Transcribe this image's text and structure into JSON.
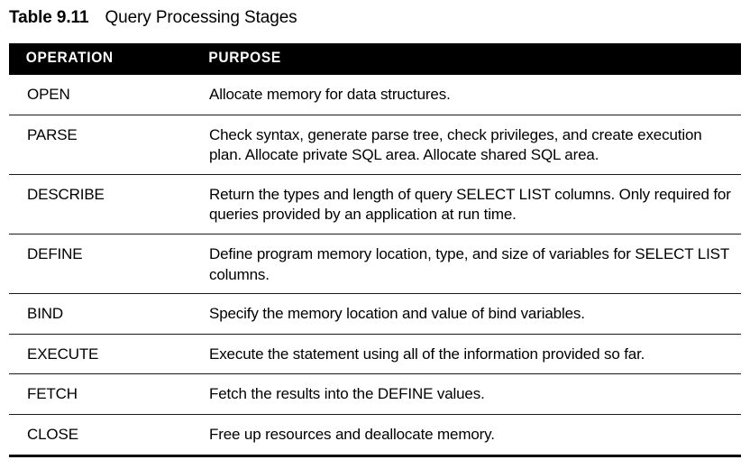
{
  "caption": {
    "label": "Table 9.11",
    "title": "Query Processing Stages"
  },
  "table": {
    "columns": [
      {
        "key": "operation",
        "header": "OPERATION"
      },
      {
        "key": "purpose",
        "header": "PURPOSE"
      }
    ],
    "rows": [
      {
        "operation": "OPEN",
        "purpose": "Allocate memory for data structures."
      },
      {
        "operation": "PARSE",
        "purpose": "Check syntax, generate parse tree, check privileges, and create execution plan. Allocate private SQL area. Allocate shared SQL area."
      },
      {
        "operation": "DESCRIBE",
        "purpose": "Return the types and length of query SELECT LIST columns. Only required for queries provided by an application at run time."
      },
      {
        "operation": "DEFINE",
        "purpose": "Define program memory location, type, and size of variables for SELECT LIST columns."
      },
      {
        "operation": "BIND",
        "purpose": "Specify the memory location and value of bind variables."
      },
      {
        "operation": "EXECUTE",
        "purpose": "Execute the statement using all of the information provided so far."
      },
      {
        "operation": "FETCH",
        "purpose": "Fetch the results into the DEFINE values."
      },
      {
        "operation": "CLOSE",
        "purpose": "Free up resources and deallocate memory."
      }
    ]
  },
  "colors": {
    "header_background": "#000000",
    "header_text": "#ffffff",
    "body_text": "#000000",
    "rule": "#1a1a1a",
    "page_background": "#ffffff"
  }
}
